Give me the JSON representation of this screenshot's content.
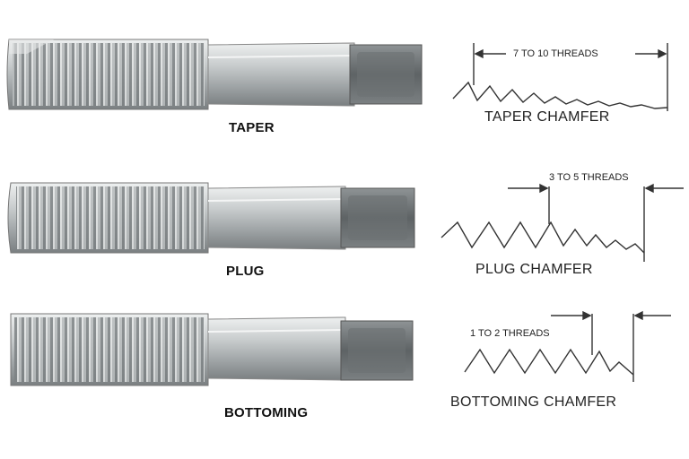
{
  "taps": [
    {
      "name": "TAPER"
    },
    {
      "name": "PLUG"
    },
    {
      "name": "BOTTOMING"
    }
  ],
  "chamfers": [
    {
      "title": "TAPER CHAMFER",
      "threads": "7 TO 10 THREADS"
    },
    {
      "title": "PLUG CHAMFER",
      "threads": "3 TO 5 THREADS"
    },
    {
      "title": "BOTTOMING CHAMFER",
      "threads": "1 TO 2 THREADS"
    }
  ],
  "colors": {
    "steel_light": "#d7dadb",
    "steel_mid": "#a9adae",
    "steel_dark": "#6f7476",
    "line": "#333333"
  }
}
